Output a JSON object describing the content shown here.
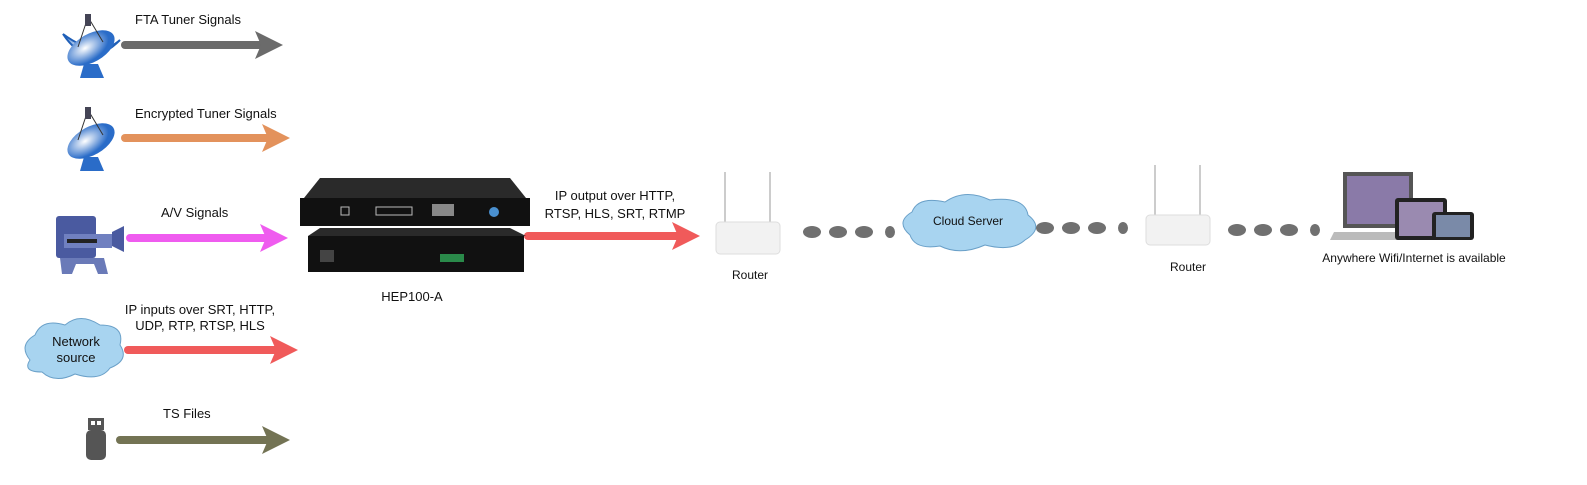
{
  "inputs": [
    {
      "label": "FTA Tuner Signals",
      "icon": "satellite-dish-icon",
      "color": "#6b6b6b"
    },
    {
      "label": "Encrypted Tuner Signals",
      "icon": "satellite-dish-icon",
      "color": "#e3925c"
    },
    {
      "label": "A/V Signals",
      "icon": "video-camera-icon",
      "color": "#ef5cef"
    },
    {
      "label_line1": "IP inputs over SRT, HTTP,",
      "label_line2": "UDP, RTP, RTSP, HLS",
      "cloud_line1": "Network",
      "cloud_line2": "source",
      "icon": "cloud-icon",
      "color": "#f05a5a"
    },
    {
      "label": "TS Files",
      "icon": "usb-drive-icon",
      "color": "#737354"
    }
  ],
  "device": {
    "name": "HEP100-A"
  },
  "output": {
    "line1": "IP output over HTTP,",
    "line2": "RTSP, HLS, SRT, RTMP",
    "color": "#f05a5a"
  },
  "router1": {
    "label": "Router"
  },
  "cloud": {
    "label": "Cloud Server"
  },
  "router2": {
    "label": "Router"
  },
  "clients": {
    "label": "Anywhere Wifi/Internet is available"
  },
  "colors": {
    "dots": "#707070",
    "cloud_fill": "#a8d4f0"
  }
}
